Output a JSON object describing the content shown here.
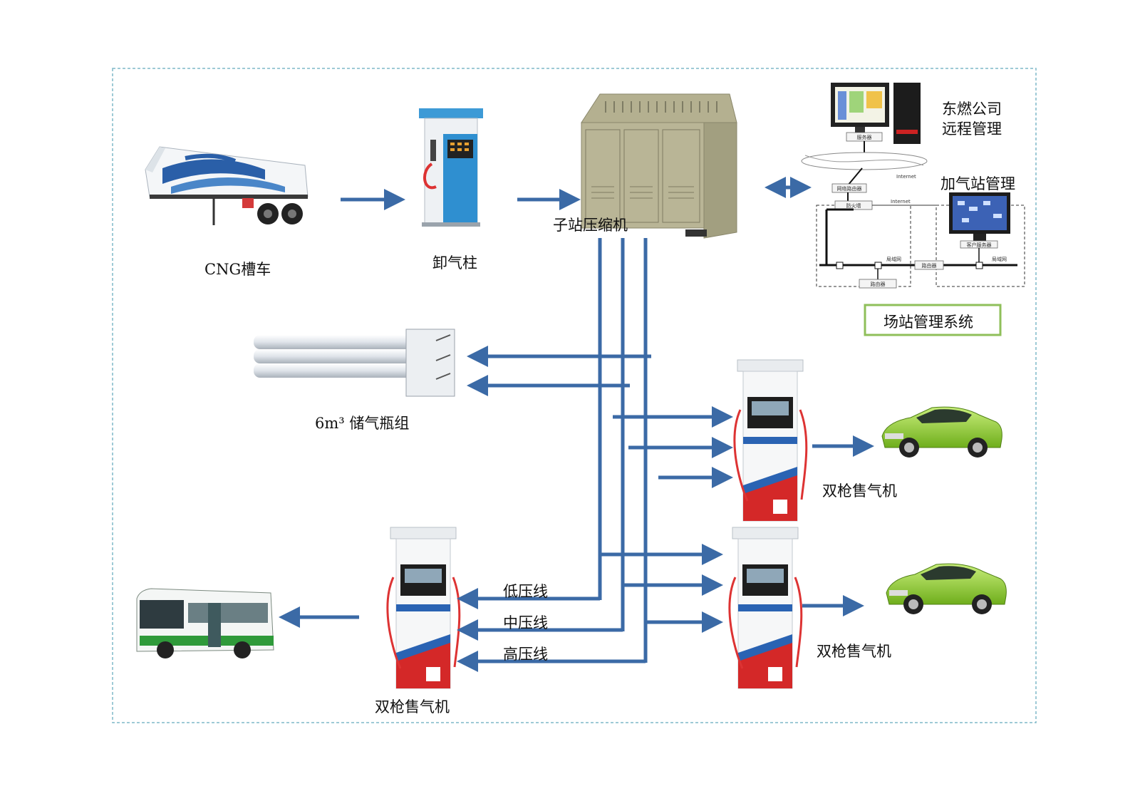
{
  "labels": {
    "tanker": "CNG槽车",
    "unloading_post": "卸气柱",
    "compressor": "子站压缩机",
    "storage": "6m³ 储气瓶组",
    "remote_mgmt_line1": "东燃公司",
    "remote_mgmt_line2": "远程管理",
    "station_mgmt": "加气站管理",
    "site_system": "场站管理系统",
    "dispenser_top": "双枪售气机",
    "dispenser_mid": "双枪售气机",
    "dispenser_bottom": "双枪售气机",
    "low_pressure": "低压线",
    "mid_pressure": "中压线",
    "high_pressure": "高压线"
  },
  "network": {
    "server": "服务器",
    "internet_1": "Internet",
    "internet_2": "Internet",
    "router_net": "网络路由器",
    "firewall": "防火墙",
    "lan_1": "局域网",
    "lan_2": "局域网",
    "router_1": "路由器",
    "router_2": "路由器",
    "client_server": "客户服务器"
  },
  "colors": {
    "pipe": "#3b6aa6",
    "border": "#7fb8c8",
    "system_box": "#8fbf5a"
  }
}
